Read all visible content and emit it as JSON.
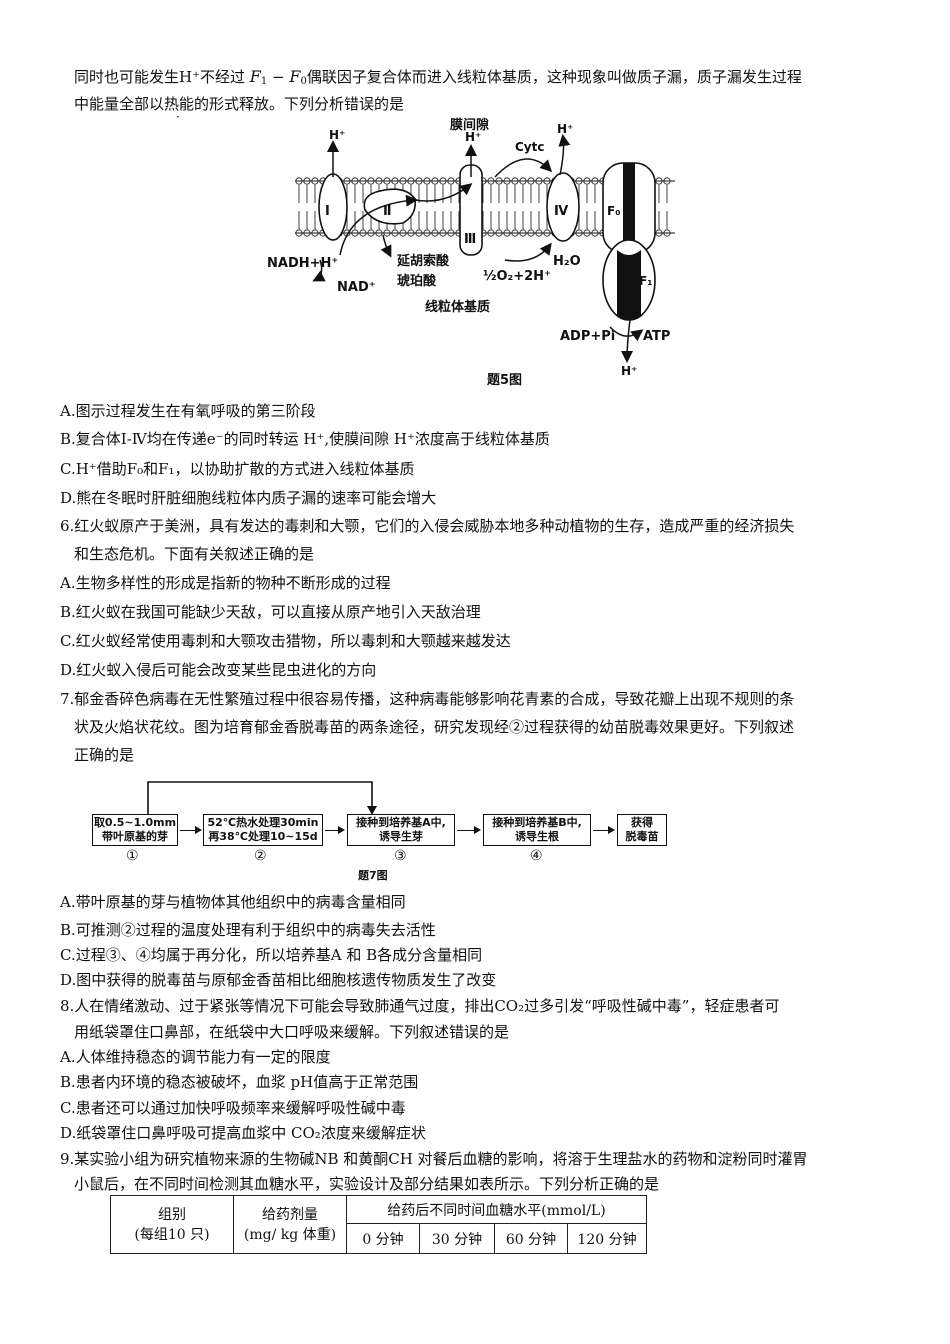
{
  "intro": {
    "line1_a": "同时也可能发生H⁺不经过",
    "line1_formula_F1": "F",
    "line1_formula_sub1": "1",
    "line1_formula_dash": " − ",
    "line1_formula_F0": "F",
    "line1_formula_sub0": "0",
    "line1_b": "偶联因子复合体而进入线粒体基质，这种现象叫做质子漏，质子漏发生过程",
    "line2_a": "中能量全部以",
    "line2_dotted": "热能",
    "line2_b": "的形式释放。下列分析错误的是"
  },
  "fig5": {
    "top_label": "膜间隙",
    "bottom_label": "线粒体基质",
    "caption": "题5图",
    "h_plus": "H⁺",
    "cytc": "Cytc",
    "complex_I": "Ⅰ",
    "complex_II": "Ⅱ",
    "complex_III": "Ⅲ",
    "complex_IV": "Ⅳ",
    "f0": "F₀",
    "f1": "F₁",
    "nadh": "NADH+H⁺",
    "nad": "NAD⁺",
    "fumarate": "延胡索酸",
    "succinate": "琥珀酸",
    "oxygen": "½O₂+2H⁺",
    "water": "H₂O",
    "adp": "ADP+Pi",
    "atp": "ATP"
  },
  "q5_options": [
    "A.图示过程发生在有氧呼吸的第三阶段",
    "B.复合体Ⅰ-Ⅳ均在传递e⁻的同时转运 H⁺,使膜间隙 H⁺浓度高于线粒体基质",
    "C.H⁺借助F₀和F₁，以协助扩散的方式进入线粒体基质",
    "D.熊在冬眠时肝脏细胞线粒体内质子漏的速率可能会增大"
  ],
  "q6": {
    "stem1": "6.红火蚁原产于美洲，具有发达的毒刺和大颚，它们的入侵会威胁本地多种动植物的生存，造成严重的经济损失",
    "stem2": "和生态危机。下面有关叙述正确的是",
    "options": [
      "A.生物多样性的形成是指新的物种不断形成的过程",
      "B.红火蚁在我国可能缺少天敌，可以直接从原产地引入天敌治理",
      "C.红火蚁经常使用毒刺和大颚攻击猎物，所以毒刺和大颚越来越发达",
      "D.红火蚁入侵后可能会改变某些昆虫进化的方向"
    ]
  },
  "q7": {
    "stem1": "7.郁金香碎色病毒在无性繁殖过程中很容易传播，这种病毒能够影响花青素的合成，导致花瓣上出现不规则的条",
    "stem2": "状及火焰状花纹。图为培育郁金香脱毒苗的两条途径，研究发现经②过程获得的幼苗脱毒效果更好。下列叙述",
    "stem3": "正确的是",
    "flow": {
      "box1_l1": "取0.5~1.0mm",
      "box1_l2": "带叶原基的芽",
      "box2_l1": "52℃热水处理30min",
      "box2_l2": "再38℃处理10~15d",
      "box3_l1": "接种到培养基A中,",
      "box3_l2": "诱导生芽",
      "box4_l1": "接种到培养基B中,",
      "box4_l2": "诱导生根",
      "box5_l1": "获得",
      "box5_l2": "脱毒苗",
      "n1": "①",
      "n2": "②",
      "n3": "③",
      "n4": "④",
      "caption": "题7图"
    },
    "options": [
      "A.带叶原基的芽与植物体其他组织中的病毒含量相同",
      "B.可推测②过程的温度处理有利于组织中的病毒失去活性",
      "C.过程③、④均属于再分化，所以培养基A 和 B各成分含量相同",
      "D.图中获得的脱毒苗与原郁金香苗相比细胞核遗传物质发生了改变"
    ]
  },
  "q8": {
    "stem1": "8.人在情绪激动、过于紧张等情况下可能会导致肺通气过度，排出CO₂过多引发“呼吸性碱中毒”，轻症患者可",
    "stem2": "用纸袋罩住口鼻部，在纸袋中大口呼吸来缓解。下列叙述错误的是",
    "options": [
      "A.人体维持稳态的调节能力有一定的限度",
      "B.患者内环境的稳态被破坏，血浆 pH值高于正常范围",
      "C.患者还可以通过加快呼吸频率来缓解呼吸性碱中毒",
      "D.纸袋罩住口鼻呼吸可提高血浆中 CO₂浓度来缓解症状"
    ]
  },
  "q9": {
    "stem1": "9.某实验小组为研究植物来源的生物碱NB 和黄酮CH 对餐后血糖的影响，将溶于生理盐水的药物和淀粉同时灌胃",
    "stem2": "小鼠后，在不同时间检测其血糖水平，实验设计及部分结果如表所示。下列分析正确的是",
    "table": {
      "col_group_l1": "组别",
      "col_group_l2": "(每组10 只)",
      "col_dose_l1": "给药剂量",
      "col_dose_l2": "(mg/ kg 体重)",
      "col_level": "给药后不同时间血糖水平(mmol/L)",
      "t0": "0 分钟",
      "t30": "30 分钟",
      "t60": "60 分钟",
      "t120": "120 分钟"
    }
  }
}
